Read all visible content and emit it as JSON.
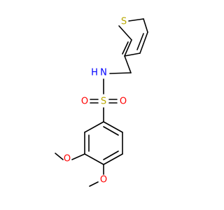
{
  "molecule": {
    "atoms": {
      "S_thiophene": {
        "label": "S",
        "color": "#b8a800"
      },
      "N": {
        "label": "N",
        "color": "#0000ff"
      },
      "H": {
        "label": "H",
        "color": "#0000ff"
      },
      "S_sulfonyl": {
        "label": "S",
        "color": "#b8a800"
      },
      "O_left": {
        "label": "O",
        "color": "#ff0000"
      },
      "O_right": {
        "label": "O",
        "color": "#ff0000"
      },
      "O_methoxy3": {
        "label": "O",
        "color": "#ff0000"
      },
      "O_methoxy4": {
        "label": "O",
        "color": "#ff0000"
      }
    },
    "bond_color": "#000000"
  }
}
